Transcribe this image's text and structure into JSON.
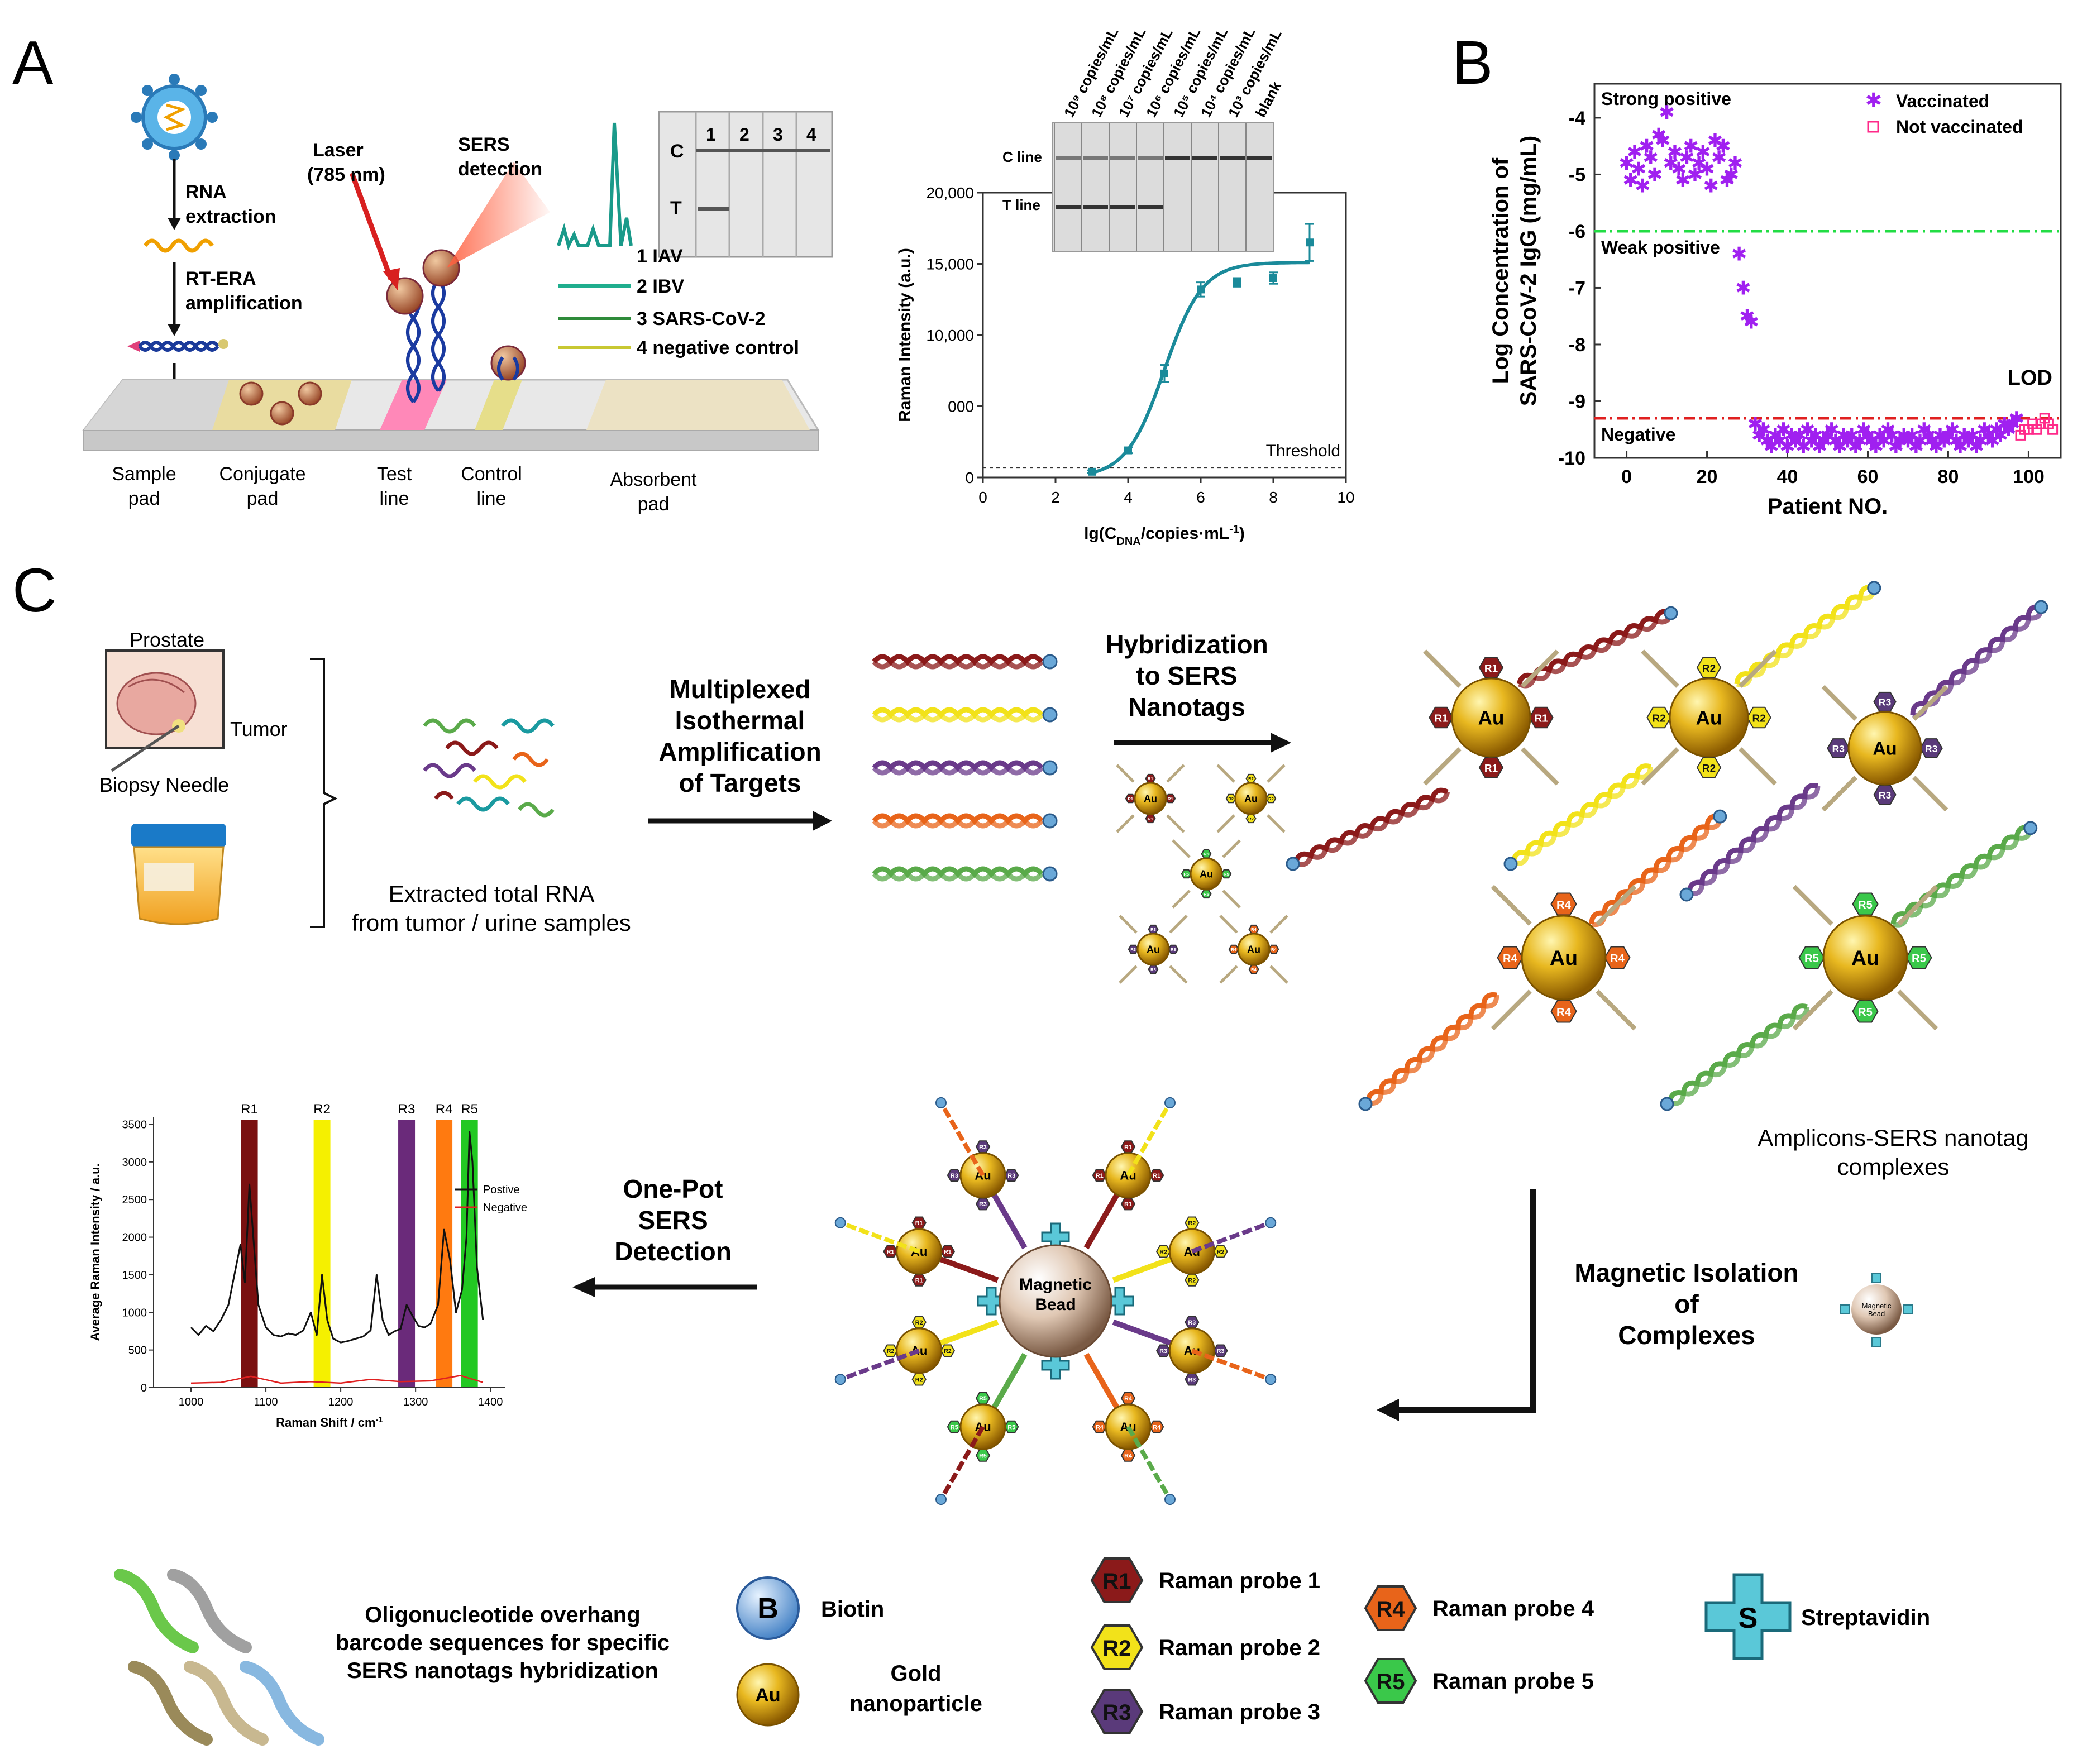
{
  "panels": {
    "a": "A",
    "b": "B",
    "c": "C"
  },
  "panel_a": {
    "steps": {
      "rna_extraction": [
        "RNA",
        "extraction"
      ],
      "rt_era": [
        "RT-ERA",
        "amplification"
      ]
    },
    "laser": [
      "Laser",
      "(785 nm)"
    ],
    "sers_detection": [
      "SERS",
      "detection"
    ],
    "strip_sections": [
      [
        "Sample",
        "pad"
      ],
      [
        "Conjugate",
        "pad"
      ],
      [
        "Test",
        "line"
      ],
      [
        "Control",
        "line"
      ],
      [
        "Absorbent",
        "pad"
      ]
    ],
    "strip_photo": {
      "lane_numbers": [
        "1",
        "2",
        "3",
        "4"
      ],
      "row_labels": [
        "C",
        "T"
      ]
    },
    "spectra_legend": [
      "1 IAV",
      "2 IBV",
      "3 SARS-CoV-2",
      "4 negative control"
    ],
    "spectra_colors": [
      "#1a9a8a",
      "#1fae8e",
      "#2e8b3a",
      "#c8c832"
    ]
  },
  "chart_a": {
    "type": "line",
    "xlabel_parts": [
      "lg(C",
      "DNA",
      "/copies·mL",
      "-1",
      ")"
    ],
    "ylabel": "Raman Intensity (a.u.)",
    "xlim": [
      0,
      10
    ],
    "ylim": [
      0,
      20000
    ],
    "x_ticks": [
      "0",
      "2",
      "4",
      "6",
      "8",
      "10"
    ],
    "y_ticks": [
      "0",
      "000",
      "10,000",
      "15,000",
      "20,000"
    ],
    "points_x": [
      3,
      4,
      5,
      6,
      7,
      8,
      9
    ],
    "points_y": [
      400,
      1900,
      7300,
      13200,
      13700,
      14000,
      16500
    ],
    "error_bars": [
      100,
      200,
      600,
      500,
      300,
      400,
      1300
    ],
    "threshold": 700,
    "threshold_label": "Threshold",
    "inset_columns": [
      "10⁹ copies/mL",
      "10⁸ copies/mL",
      "10⁷ copies/mL",
      "10⁶ copies/mL",
      "10⁵ copies/mL",
      "10⁴ copies/mL",
      "10³ copies/mL",
      "blank"
    ],
    "inset_rows": [
      "C line",
      "T line"
    ],
    "color": "#1a8a9a"
  },
  "chart_data": {
    "type": "scatter",
    "xlabel": "Patient NO.",
    "ylabel_lines": [
      "Log Concentration of",
      "SARS-CoV-2 IgG (mg/mL)"
    ],
    "xlim": [
      -8,
      108
    ],
    "ylim": [
      -10,
      -3.4
    ],
    "x_ticks": [
      "0",
      "20",
      "40",
      "60",
      "80",
      "100"
    ],
    "y_ticks": [
      "-4",
      "-5",
      "-6",
      "-7",
      "-8",
      "-9",
      "-10"
    ],
    "regions": [
      "Strong positive",
      "Weak positive",
      "Negative"
    ],
    "lod_label": "LOD",
    "weak_positive_line": -6.0,
    "lod_line": -9.3,
    "series": [
      {
        "name": "Vaccinated",
        "color": "#a020f0",
        "x": [
          0,
          1,
          2,
          3,
          4,
          5,
          6,
          7,
          8,
          9,
          10,
          11,
          12,
          13,
          14,
          15,
          16,
          17,
          18,
          19,
          20,
          21,
          22,
          23,
          24,
          25,
          26,
          27,
          28,
          29,
          30,
          31,
          32,
          33,
          34,
          35,
          36,
          37,
          38,
          39,
          40,
          41,
          42,
          43,
          44,
          45,
          46,
          47,
          48,
          49,
          50,
          51,
          52,
          53,
          54,
          55,
          56,
          57,
          58,
          59,
          60,
          61,
          62,
          63,
          64,
          65,
          66,
          67,
          68,
          69,
          70,
          71,
          72,
          73,
          74,
          75,
          76,
          77,
          78,
          79,
          80,
          81,
          82,
          83,
          84,
          85,
          86,
          87,
          88,
          89,
          90,
          91,
          92,
          93,
          94,
          95,
          96,
          97
        ],
        "y": [
          -4.8,
          -5.1,
          -4.6,
          -4.9,
          -5.2,
          -4.5,
          -4.7,
          -5.0,
          -4.3,
          -4.4,
          -3.9,
          -4.8,
          -4.6,
          -4.9,
          -5.1,
          -4.7,
          -4.5,
          -5.0,
          -4.8,
          -4.6,
          -4.9,
          -5.2,
          -4.4,
          -4.7,
          -4.5,
          -5.1,
          -5.0,
          -4.8,
          -6.4,
          -7.0,
          -7.5,
          -7.6,
          -9.4,
          -9.6,
          -9.5,
          -9.7,
          -9.8,
          -9.6,
          -9.7,
          -9.5,
          -9.8,
          -9.6,
          -9.7,
          -9.6,
          -9.8,
          -9.5,
          -9.7,
          -9.6,
          -9.8,
          -9.7,
          -9.6,
          -9.5,
          -9.7,
          -9.8,
          -9.6,
          -9.7,
          -9.6,
          -9.8,
          -9.7,
          -9.5,
          -9.6,
          -9.7,
          -9.8,
          -9.6,
          -9.7,
          -9.5,
          -9.6,
          -9.8,
          -9.7,
          -9.6,
          -9.7,
          -9.6,
          -9.8,
          -9.7,
          -9.5,
          -9.6,
          -9.7,
          -9.8,
          -9.6,
          -9.7,
          -9.6,
          -9.5,
          -9.7,
          -9.8,
          -9.6,
          -9.7,
          -9.6,
          -9.8,
          -9.7,
          -9.5,
          -9.6,
          -9.7,
          -9.5,
          -9.6,
          -9.4,
          -9.5,
          -9.4,
          -9.3
        ]
      },
      {
        "name": "Not vaccinated",
        "color": "#ff2a8a",
        "x": [
          98,
          99,
          100,
          101,
          102,
          103,
          104,
          105,
          106
        ],
        "y": [
          -9.6,
          -9.5,
          -9.5,
          -9.4,
          -9.5,
          -9.4,
          -9.3,
          -9.4,
          -9.5
        ]
      }
    ]
  },
  "panel_c": {
    "prostate": "Prostate",
    "tumor": "Tumor",
    "biopsy": "Biopsy Needle",
    "rna_label": [
      "Extracted total RNA",
      "from tumor / urine samples"
    ],
    "step1": [
      "Multiplexed",
      "Isothermal",
      "Amplification",
      "of Targets"
    ],
    "step2": [
      "Hybridization",
      "to SERS",
      "Nanotags"
    ],
    "complexes_label": [
      "Amplicons-SERS nanotag",
      "complexes"
    ],
    "magnetic_isolation": [
      "Magnetic Isolation",
      "of",
      "Complexes"
    ],
    "one_pot": [
      "One-Pot",
      "SERS",
      "Detection"
    ],
    "magnetic_bead": [
      "Magnetic",
      "Bead"
    ],
    "au": "Au",
    "strand_colors": [
      "#8b1a1a",
      "#f2e21a",
      "#6a3a8a",
      "#e8641a",
      "#5aaa4a"
    ],
    "probe_colors": [
      "#8b1a1a",
      "#f2e21a",
      "#5a3a7a",
      "#e8641a",
      "#3ac84a"
    ],
    "probes": [
      "R1",
      "R2",
      "R3",
      "R4",
      "R5"
    ],
    "legend": {
      "oligo": [
        "Oligonucleotide overhang",
        "barcode sequences for specific",
        "SERS nanotags hybridization"
      ],
      "biotin_symbol": "B",
      "biotin": "Biotin",
      "gold": [
        "Gold",
        "nanoparticle"
      ],
      "probe_labels": [
        "Raman probe 1",
        "Raman probe 2",
        "Raman probe 3",
        "Raman probe 4",
        "Raman probe 5"
      ],
      "streptavidin_symbol": "S",
      "streptavidin": "Streptavidin"
    }
  },
  "chart_c": {
    "type": "line",
    "xlabel": "Raman Shift / cm",
    "xlabel_sup": "-1",
    "ylabel": "Average Raman Intensity / a.u.",
    "xlim": [
      950,
      1420
    ],
    "ylim": [
      0,
      3600
    ],
    "x_ticks": [
      "1000",
      "1100",
      "1200",
      "1300",
      "1400"
    ],
    "y_ticks": [
      "0",
      "500",
      "1000",
      "1500",
      "2000",
      "2500",
      "3000",
      "3500"
    ],
    "bands": [
      {
        "label": "R1",
        "x": 1078,
        "color": "#7a1010"
      },
      {
        "label": "R2",
        "x": 1175,
        "color": "#f5f000"
      },
      {
        "label": "R3",
        "x": 1288,
        "color": "#6a2a7a"
      },
      {
        "label": "R4",
        "x": 1338,
        "color": "#ff7a10"
      },
      {
        "label": "R5",
        "x": 1372,
        "color": "#22c822"
      }
    ],
    "series": [
      {
        "name": "Postive",
        "color": "#111111",
        "x": [
          1000,
          1010,
          1020,
          1030,
          1040,
          1050,
          1060,
          1066,
          1072,
          1078,
          1084,
          1090,
          1100,
          1110,
          1120,
          1130,
          1140,
          1150,
          1160,
          1168,
          1175,
          1182,
          1190,
          1200,
          1210,
          1220,
          1230,
          1240,
          1248,
          1256,
          1264,
          1272,
          1280,
          1288,
          1296,
          1304,
          1312,
          1320,
          1330,
          1338,
          1346,
          1354,
          1362,
          1368,
          1372,
          1376,
          1382,
          1390
        ],
        "y": [
          800,
          700,
          820,
          750,
          900,
          1100,
          1600,
          1900,
          1400,
          2700,
          1900,
          1100,
          800,
          700,
          680,
          720,
          700,
          760,
          1000,
          700,
          1500,
          900,
          650,
          600,
          620,
          650,
          680,
          760,
          1500,
          900,
          700,
          750,
          780,
          1100,
          950,
          820,
          800,
          850,
          1100,
          2100,
          1700,
          1000,
          1300,
          2000,
          3400,
          3000,
          1600,
          900
        ]
      },
      {
        "name": "Negative",
        "color": "#e02020",
        "x": [
          1000,
          1040,
          1080,
          1120,
          1160,
          1200,
          1240,
          1280,
          1320,
          1360,
          1390
        ],
        "y": [
          60,
          70,
          150,
          60,
          80,
          60,
          110,
          80,
          90,
          160,
          70
        ]
      }
    ]
  }
}
